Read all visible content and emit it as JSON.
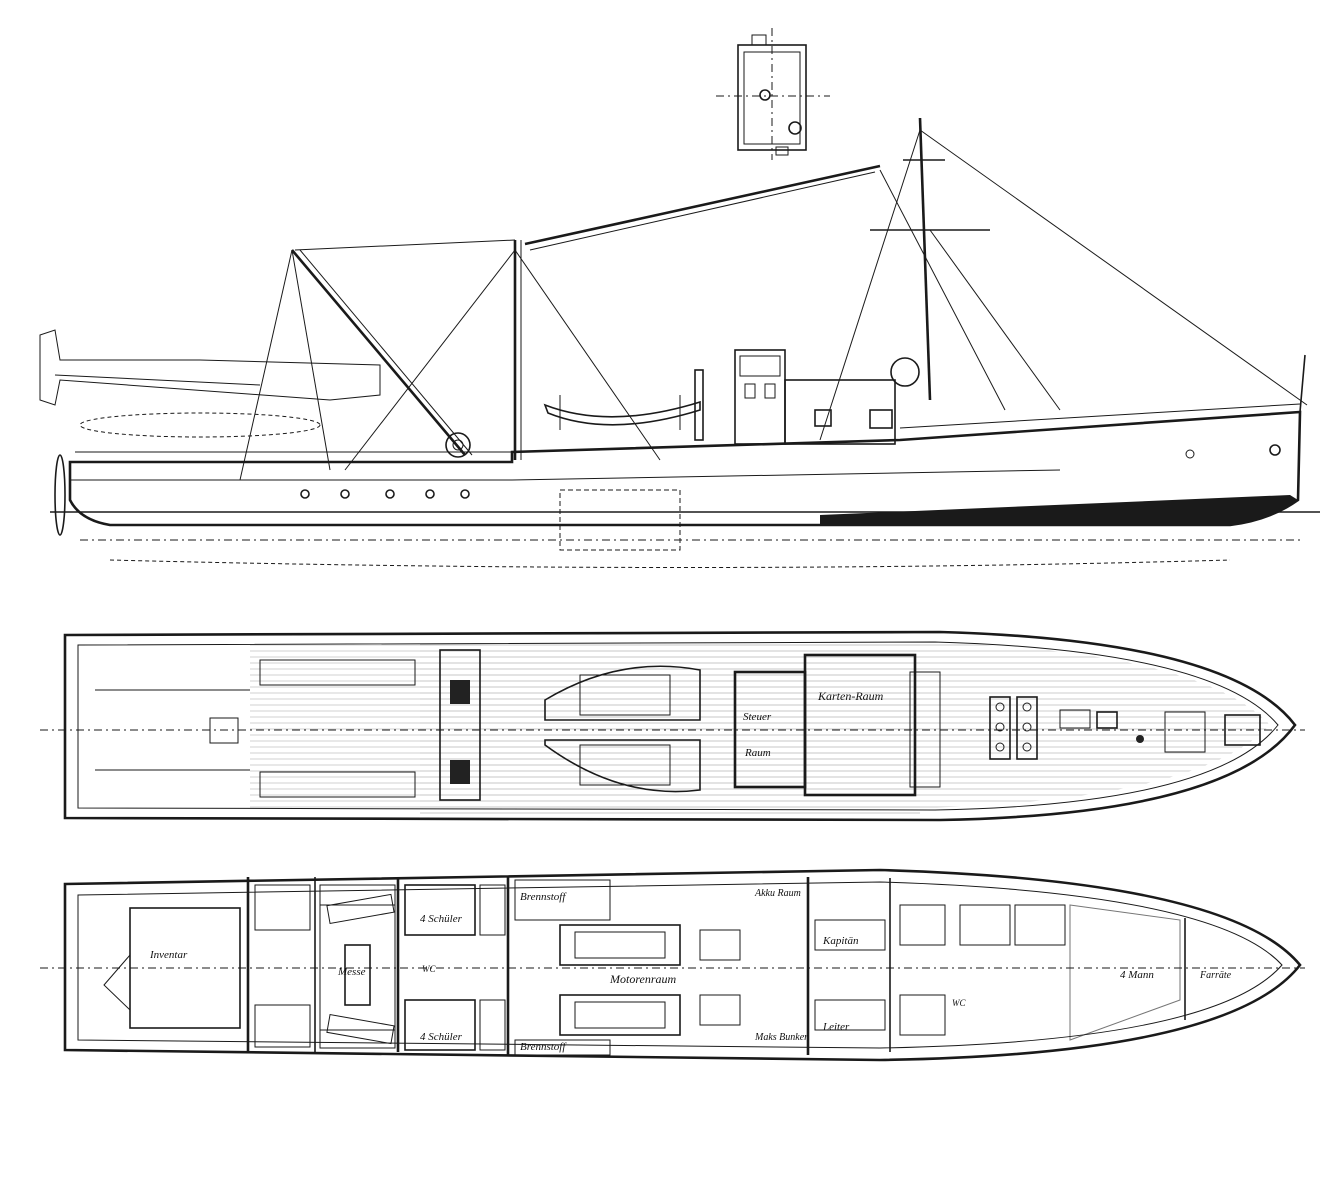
{
  "labels": {
    "karten_raum": "Karten-Raum",
    "steuer": "Steuer",
    "raum": "Raum",
    "brennstoff_1": "Brennstoff",
    "brennstoff_2": "Brennstoff",
    "akku_raum": "Akku Raum",
    "motorenraum": "Motorenraum",
    "inventar": "Inventar",
    "messe": "Messe",
    "schuler_1": "4 Schüler",
    "schuler_2": "4 Schüler",
    "kapitan": "Kapitän",
    "leiter": "Leiter",
    "vier_mann": "4 Mann",
    "farrate": "Farräte",
    "mats_bunker": "Maks Bunker",
    "wc_1": "WC",
    "wc_2": "WC"
  }
}
